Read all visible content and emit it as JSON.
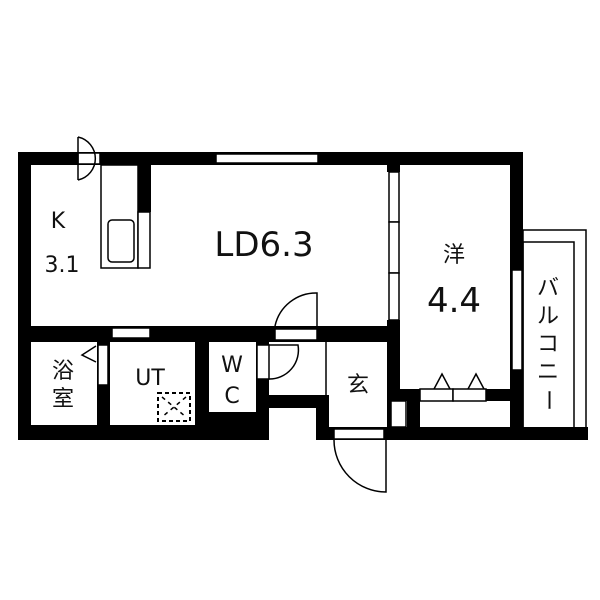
{
  "floor_plan": {
    "colors": {
      "wall": "#000000",
      "background": "#ffffff"
    },
    "rooms": {
      "kitchen": {
        "name": "K",
        "size": "3.1"
      },
      "living_dining": {
        "name": "LD",
        "size": "6.3",
        "label": "LD6.3"
      },
      "western_room": {
        "name": "洋",
        "size": "4.4"
      },
      "balcony": {
        "name": "バルコニー",
        "chars": [
          "バ",
          "ル",
          "コ",
          "ニ",
          "ー"
        ]
      },
      "bathroom": {
        "name": "浴室",
        "chars": [
          "浴",
          "室"
        ]
      },
      "utility": {
        "name": "UT"
      },
      "toilet": {
        "name": "WC",
        "chars": [
          "W",
          "C"
        ]
      },
      "entrance": {
        "name": "玄"
      }
    },
    "fixtures": [
      "kitchen-sink",
      "washing-machine-pan",
      "closet-doors",
      "balcony-door"
    ]
  }
}
